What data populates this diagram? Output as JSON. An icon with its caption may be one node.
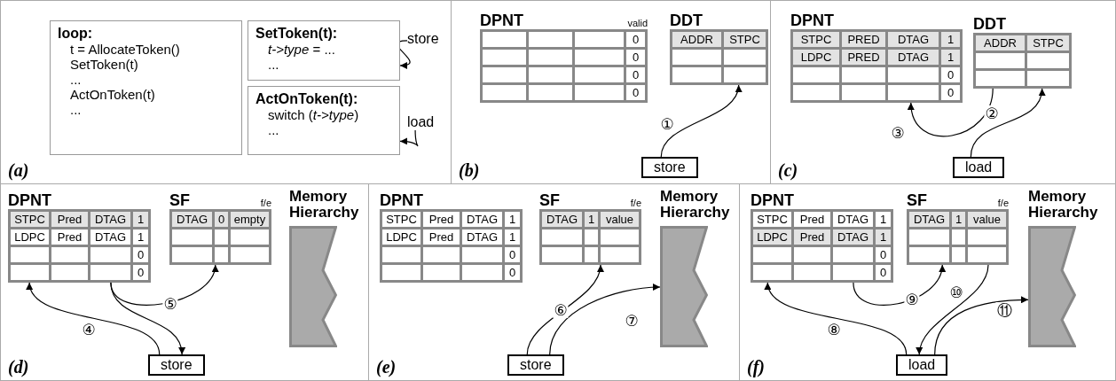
{
  "diagram": {
    "nodes": [
      {
        "text": [
          "(a)"
        ]
      },
      {
        "text": [
          "loop:",
          "t = AllocateToken()",
          "SetToken(t)",
          "...",
          "ActOnToken(t)",
          "..."
        ],
        "in": 0
      },
      {
        "text": [
          "SetToken(t):",
          "*t->type* = ...",
          "..."
        ],
        "in": 0
      },
      {
        "text": [
          "ActOnToken(t):",
          "switch (*t->type*)",
          "..."
        ],
        "in": 0
      },
      {
        "text": [
          "store"
        ],
        "in": 0
      },
      {
        "text": [
          "load"
        ],
        "in": 0
      },
      {
        "text": [
          "(b)"
        ]
      },
      {
        "text": [
          "DPNT",
          "0",
          "0",
          "0",
          "0"
        ],
        "beside": [
          "valid"
        ],
        "in": 6
      },
      {
        "text": [
          "DDT",
          "ADDR",
          "STPC"
        ],
        "in": 6
      },
      {
        "text": [
          "store"
        ],
        "in": 6
      },
      {
        "text": [
          "(c)"
        ]
      },
      {
        "text": [
          "DPNT",
          "STPC",
          "PRED",
          "DTAG",
          "1",
          "LDPC",
          "PRED",
          "DTAG",
          "1",
          "0",
          "0"
        ],
        "in": 10
      },
      {
        "text": [
          "DDT",
          "ADDR",
          "STPC"
        ],
        "in": 10
      },
      {
        "text": [
          "load"
        ],
        "in": 10
      },
      {
        "text": [
          "(d)"
        ]
      },
      {
        "text": [
          "DPNT",
          "STPC",
          "Pred",
          "DTAG",
          "1",
          "LDPC",
          "Pred",
          "DTAG",
          "1",
          "0",
          "0"
        ],
        "in": 14
      },
      {
        "text": [
          "SF",
          "DTAG",
          "0",
          "empty"
        ],
        "beside": [
          "f/e"
        ],
        "in": 14
      },
      {
        "text": [
          "Memory Hierarchy"
        ],
        "in": 14
      },
      {
        "text": [
          "store"
        ],
        "in": 14
      },
      {
        "text": [
          "(e)"
        ]
      },
      {
        "text": [
          "DPNT",
          "STPC",
          "Pred",
          "DTAG",
          "1",
          "LDPC",
          "Pred",
          "DTAG",
          "1",
          "0",
          "0"
        ],
        "in": 19
      },
      {
        "text": [
          "SF",
          "DTAG",
          "1",
          "value"
        ],
        "beside": [
          "f/e"
        ],
        "in": 19
      },
      {
        "text": [
          "Memory Hierarchy"
        ],
        "in": 19
      },
      {
        "text": [
          "store"
        ],
        "in": 19
      },
      {
        "text": [
          "(f)"
        ]
      },
      {
        "text": [
          "DPNT",
          "STPC",
          "Pred",
          "DTAG",
          "1",
          "LDPC",
          "Pred",
          "DTAG",
          "1",
          "0",
          "0"
        ],
        "in": 24
      },
      {
        "text": [
          "SF",
          "DTAG",
          "1",
          "value"
        ],
        "beside": [
          "f/e"
        ],
        "in": 24
      },
      {
        "text": [
          "Memory Hierarchy"
        ],
        "in": 24
      },
      {
        "text": [
          "load"
        ],
        "in": 24
      }
    ],
    "edges": [
      {
        "from": 4,
        "to": 2,
        "arrow": "to"
      },
      {
        "from": 5,
        "to": 3,
        "arrow": "to"
      },
      {
        "from": 9,
        "to": 8,
        "arrow": "to",
        "label": "①"
      },
      {
        "from": 13,
        "to": 12,
        "arrow": "to",
        "label": "②"
      },
      {
        "from": 12,
        "to": 11,
        "arrow": "to",
        "label": "③"
      },
      {
        "from": 18,
        "to": 15,
        "arrow": "to",
        "label": "④"
      },
      {
        "from": 15,
        "to": 16,
        "arrow": "to",
        "label": "⑤"
      },
      {
        "from": 15,
        "to": 18,
        "arrow": "to"
      },
      {
        "from": 23,
        "to": 21,
        "arrow": "to",
        "label": "⑥"
      },
      {
        "from": 23,
        "to": 22,
        "arrow": "to",
        "label": "⑦"
      },
      {
        "from": 28,
        "to": 25,
        "arrow": "to",
        "label": "⑧"
      },
      {
        "from": 25,
        "to": 26,
        "arrow": "to",
        "label": "⑨"
      },
      {
        "from": 26,
        "to": 28,
        "arrow": "to",
        "label": "⑩"
      },
      {
        "from": 28,
        "to": 27,
        "arrow": "to",
        "label": "⑪"
      }
    ]
  }
}
